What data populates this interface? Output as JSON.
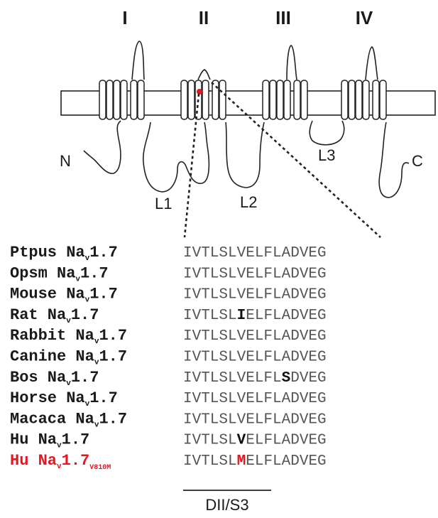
{
  "domains": [
    "I",
    "II",
    "III",
    "IV"
  ],
  "loops": [
    "N",
    "C",
    "L1",
    "L2",
    "L3"
  ],
  "colors": {
    "wild_type": "#1a1a1a",
    "mutant": "#e8141e",
    "sequence": "#555555"
  },
  "alignment": [
    {
      "name": "Ptpus Na",
      "sub": "v",
      "suffix": "1.7",
      "segments": [
        {
          "text": "IVTLSLVELFLADVEG",
          "style": "normal"
        }
      ]
    },
    {
      "name": "Opsm Na",
      "sub": "v",
      "suffix": "1.7",
      "segments": [
        {
          "text": "IVTLSLVELFLADVEG",
          "style": "normal"
        }
      ]
    },
    {
      "name": "Mouse Na",
      "sub": "v",
      "suffix": "1.7",
      "segments": [
        {
          "text": "IVTLSLVELFLADVEG",
          "style": "normal"
        }
      ]
    },
    {
      "name": "Rat Na",
      "sub": "v",
      "suffix": "1.7",
      "segments": [
        {
          "text": "IVTLSL",
          "style": "normal"
        },
        {
          "text": "I",
          "style": "hl"
        },
        {
          "text": "ELFLADVEG",
          "style": "normal"
        }
      ]
    },
    {
      "name": "Rabbit Na",
      "sub": "v",
      "suffix": "1.7",
      "segments": [
        {
          "text": "IVTLSLVELFLADVEG",
          "style": "normal"
        }
      ]
    },
    {
      "name": "Canine Na",
      "sub": "v",
      "suffix": "1.7",
      "segments": [
        {
          "text": "IVTLSLVELFLADVEG",
          "style": "normal"
        }
      ]
    },
    {
      "name": "Bos Na",
      "sub": "v",
      "suffix": "1.7",
      "segments": [
        {
          "text": "IVTLSLVELFL",
          "style": "normal"
        },
        {
          "text": "S",
          "style": "hl"
        },
        {
          "text": "DVEG",
          "style": "normal"
        }
      ]
    },
    {
      "name": "Horse Na",
      "sub": "v",
      "suffix": "1.7",
      "segments": [
        {
          "text": "IVTLSLVELFLADVEG",
          "style": "normal"
        }
      ]
    },
    {
      "name": "Macaca Na",
      "sub": "v",
      "suffix": "1.7",
      "segments": [
        {
          "text": "IVTLSLVELFLADVEG",
          "style": "normal"
        }
      ]
    },
    {
      "name": "Hu Na",
      "sub": "v",
      "suffix": "1.7",
      "segments": [
        {
          "text": "IVTLSL",
          "style": "normal"
        },
        {
          "text": "V",
          "style": "hl"
        },
        {
          "text": "ELFLADVEG",
          "style": "normal"
        }
      ]
    },
    {
      "name": "Hu Na",
      "sub": "v",
      "suffix": "1.7",
      "tag": "V810M",
      "mutant": true,
      "segments": [
        {
          "text": "IVTLSL",
          "style": "normal"
        },
        {
          "text": "M",
          "style": "mut"
        },
        {
          "text": "ELFLADVEG",
          "style": "normal"
        }
      ]
    }
  ],
  "region_label": "DII/S3"
}
